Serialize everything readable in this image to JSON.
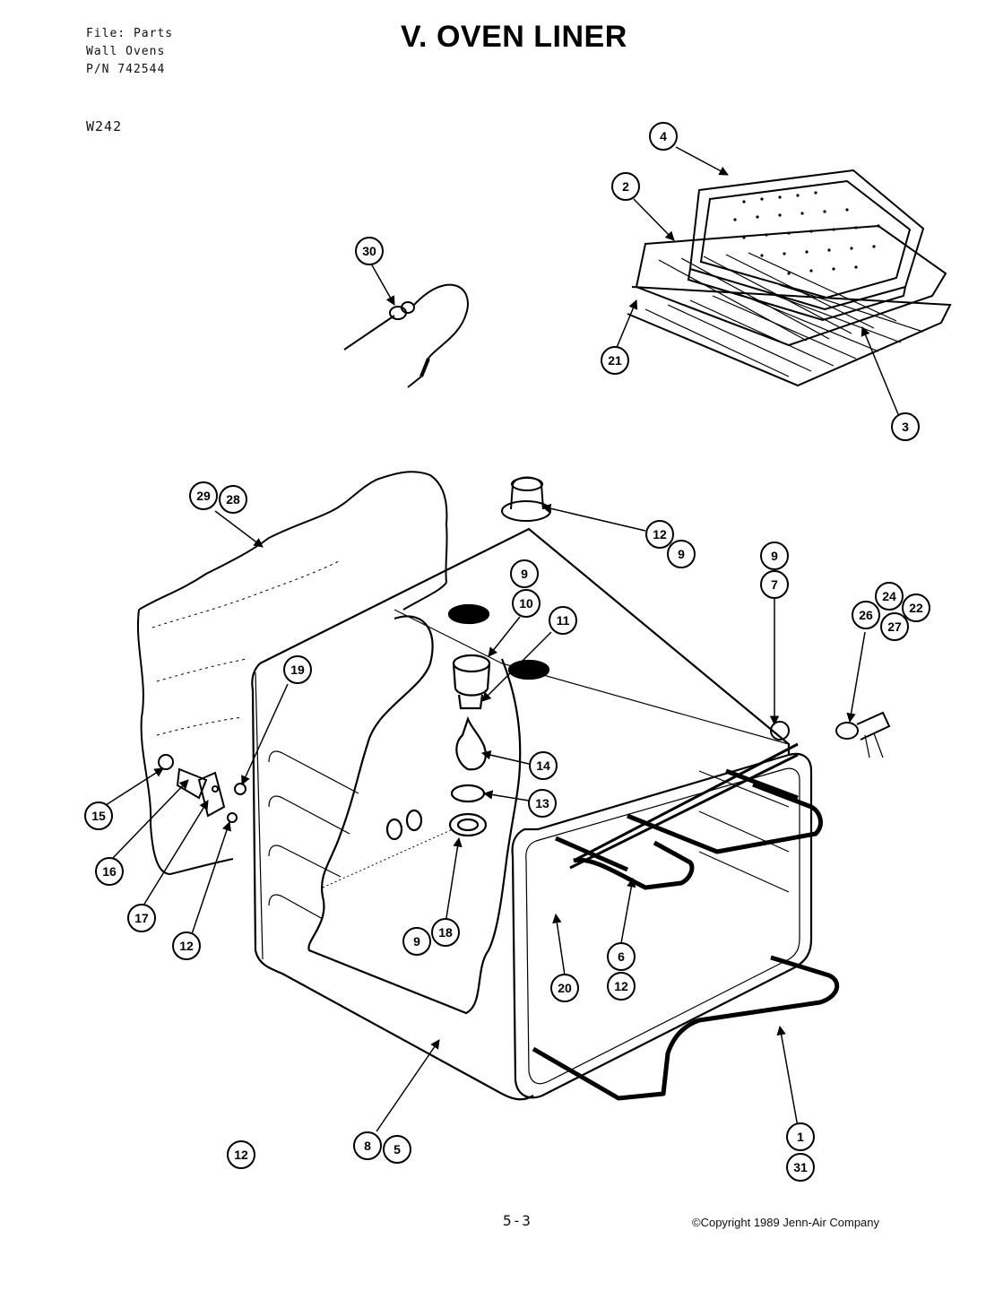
{
  "header": {
    "file_lines": [
      "File: Parts",
      "Wall Ovens",
      "P/N 742544"
    ],
    "title": "V. OVEN LINER",
    "model": "W242"
  },
  "footer": {
    "page": "5-3",
    "copyright": "©Copyright 1989 Jenn-Air Company"
  },
  "callouts": [
    "1",
    "2",
    "3",
    "4",
    "5",
    "6",
    "7",
    "8",
    "9",
    "9",
    "9",
    "9",
    "10",
    "11",
    "12",
    "12",
    "12",
    "12",
    "13",
    "14",
    "15",
    "16",
    "17",
    "18",
    "19",
    "20",
    "21",
    "22",
    "24",
    "26",
    "27",
    "28",
    "29",
    "30",
    "31"
  ]
}
